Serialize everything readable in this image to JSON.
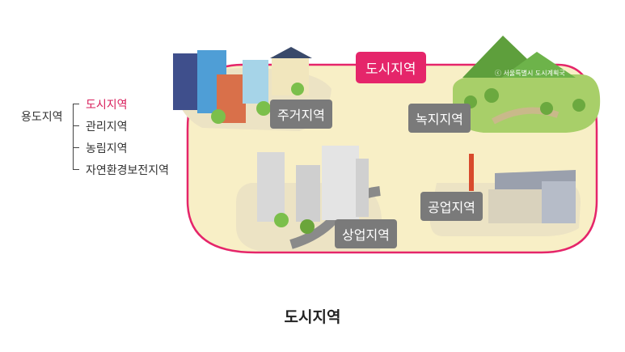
{
  "legend": {
    "root": "용도지역",
    "items": [
      {
        "label": "도시지역",
        "active": true
      },
      {
        "label": "관리지역",
        "active": false
      },
      {
        "label": "농림지역",
        "active": false
      },
      {
        "label": "자연환경보전지역",
        "active": false
      }
    ]
  },
  "diagram": {
    "main_label": "도시지역",
    "zones": {
      "residential": "주거지역",
      "green": "녹지지역",
      "commercial": "상업지역",
      "industrial": "공업지역"
    },
    "copyright": "ⓒ 서울특별시 도시계획국"
  },
  "caption": "도시지역",
  "colors": {
    "accent": "#e5256a",
    "area_fill": "#f8efc6",
    "label_bg": "#7a7a7a"
  }
}
